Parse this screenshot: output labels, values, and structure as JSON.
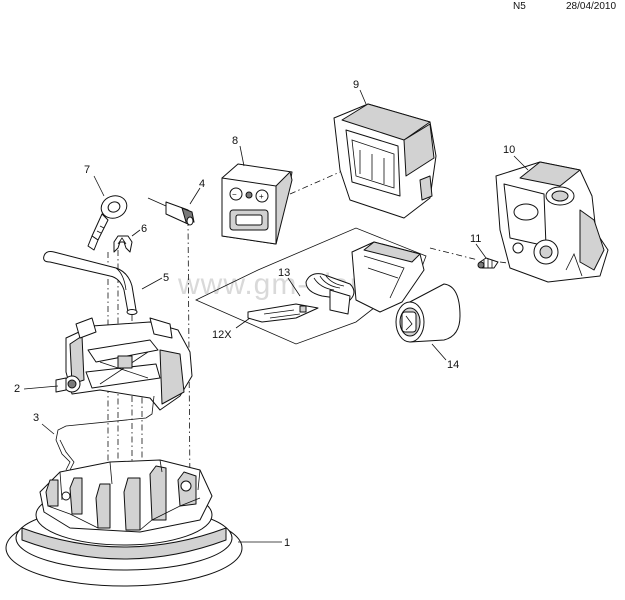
{
  "header": {
    "sheet_code": "N5",
    "date": "28/04/2010"
  },
  "watermark": {
    "text": "www.gm-vlan.ru"
  },
  "callouts": {
    "c1": "1",
    "c2": "2",
    "c3": "3",
    "c4": "4",
    "c5": "5",
    "c6": "6",
    "c7": "7",
    "c8": "8",
    "c9": "9",
    "c10": "10",
    "c11": "11",
    "c12x": "12X",
    "c13": "13",
    "c14": "14"
  }
}
